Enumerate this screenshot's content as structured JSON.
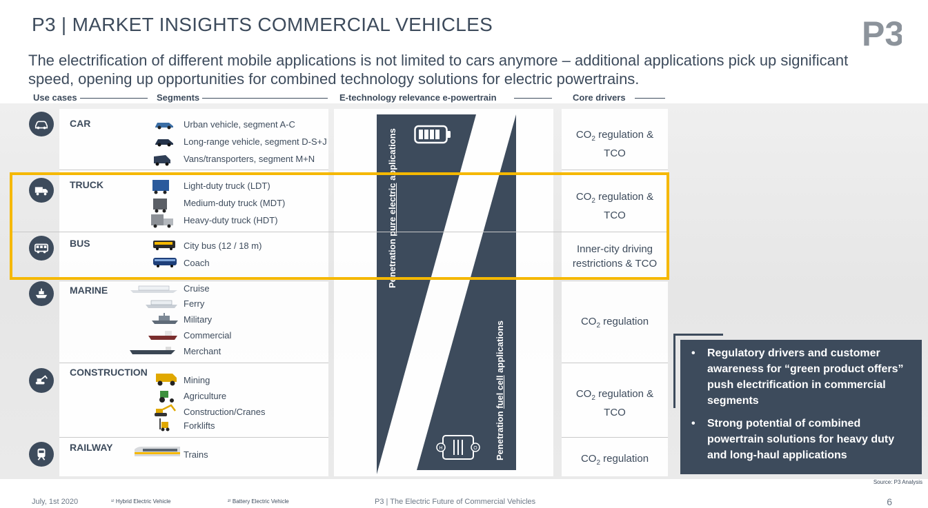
{
  "header": {
    "title": "P3 | MARKET INSIGHTS COMMERCIAL VEHICLES",
    "logo_text": "P3",
    "subtitle": "The electrification of different mobile applications is not limited to cars anymore – additional applications pick up significant speed, opening up opportunities for combined technology solutions for electric powertrains."
  },
  "columns": {
    "use_cases": "Use cases",
    "segments": "Segments",
    "etech": "E-technology relevance e-powertrain",
    "drivers": "Core drivers"
  },
  "rows": {
    "car": {
      "label": "CAR",
      "segments": [
        "Urban vehicle, segment A-C",
        "Long-range vehicle, segment D-S+J",
        "Vans/transporters, segment M+N"
      ],
      "driver_a": "CO",
      "driver_sub": "2",
      "driver_b": " regulation &",
      "driver_c": "TCO"
    },
    "truck": {
      "label": "TRUCK",
      "segments": [
        "Light-duty truck (LDT)",
        "Medium-duty truck (MDT)",
        "Heavy-duty truck (HDT)"
      ],
      "driver_a": "CO",
      "driver_sub": "2",
      "driver_b": " regulation &",
      "driver_c": "TCO"
    },
    "bus": {
      "label": "BUS",
      "segments": [
        "City bus (12 / 18 m)",
        "Coach"
      ],
      "driver_a": "Inner-city driving",
      "driver_b": "restrictions & TCO"
    },
    "marine": {
      "label": "MARINE",
      "segments": [
        "Cruise",
        "Ferry",
        "Military",
        "Commercial",
        "Merchant"
      ],
      "driver_a": "CO",
      "driver_sub": "2",
      "driver_b": " regulation"
    },
    "construction": {
      "label": "CONSTRUCTION",
      "segments": [
        "Mining",
        "Agriculture",
        "Construction/Cranes",
        "Forklifts"
      ],
      "driver_a": "CO",
      "driver_sub": "2",
      "driver_b": " regulation &",
      "driver_c": "TCO"
    },
    "railway": {
      "label": "RAILWAY",
      "segments": [
        "Trains"
      ],
      "driver_a": "CO",
      "driver_sub": "2",
      "driver_b": " regulation"
    }
  },
  "diagram": {
    "left_a": "Penetration ",
    "left_u": "pure electric",
    "left_b": " applications",
    "right_a": "Penetration ",
    "right_u": "fuel cell",
    "right_b": " applications",
    "h2": "H",
    "o2": "O"
  },
  "callout": {
    "bullets": [
      "Regulatory drivers and customer awareness for “green product offers” push electrification in commercial segments",
      "Strong potential of combined powertrain solutions for heavy duty and long-haul applications"
    ]
  },
  "footer": {
    "date": "July, 1st 2020",
    "note1": "¹⁾ Hybrid Electric Vehicle",
    "note2": "²⁾ Battery Electric Vehicle",
    "center": "P3 | The Electric Future of Commercial Vehicles",
    "page": "6",
    "source": "Source: P3 Analysis"
  },
  "colors": {
    "navy": "#3d4b5c",
    "highlight": "#f5b800"
  }
}
